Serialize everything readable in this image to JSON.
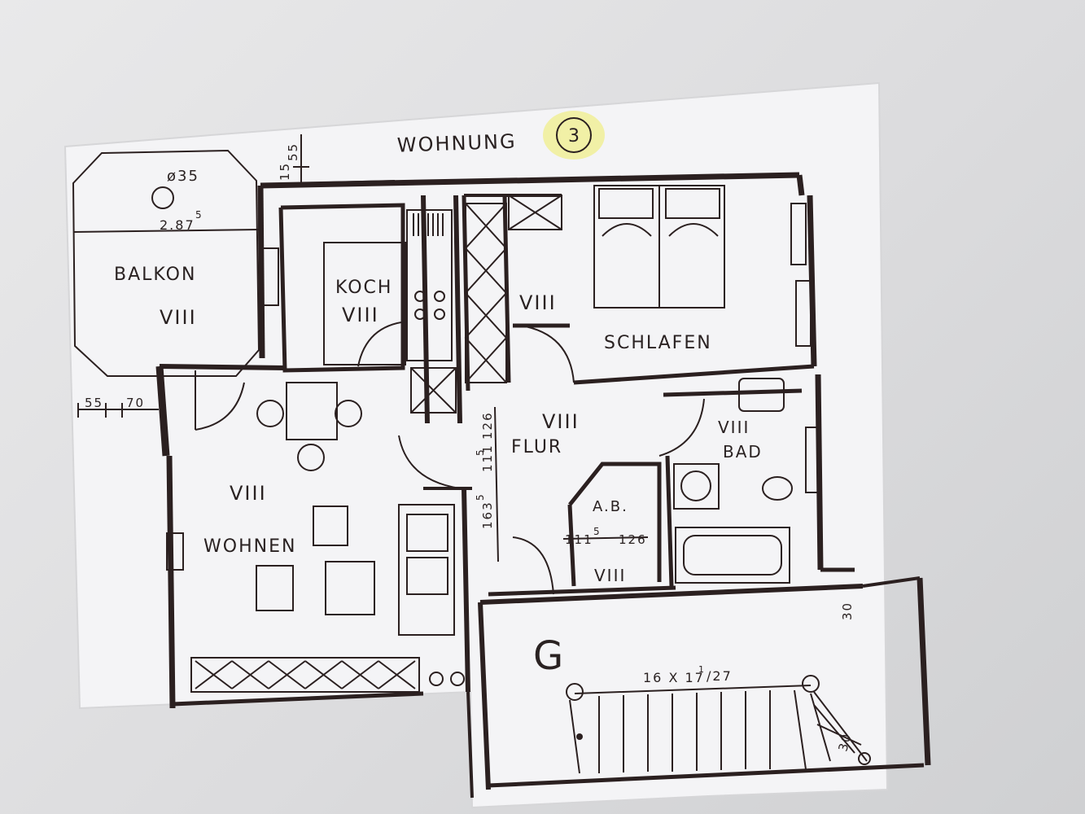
{
  "plan": {
    "title": "WOHNUNG",
    "unit_number": "3",
    "rooms": {
      "balkon": "BALKON",
      "koch": "KOCH",
      "schlafen": "SCHLAFEN",
      "wohnen": "WOHNEN",
      "flur": "FLUR",
      "bad": "BAD",
      "abst": "A.B."
    },
    "floor_marks": {
      "balkon": "VIII",
      "koch": "VIII",
      "schlafen": "VIII",
      "wohnen": "VIII",
      "flur": "VIII",
      "bad": "VIII",
      "abst": "VIII"
    },
    "stair_label": "G",
    "dims": {
      "top_15": "15",
      "top_55": "55",
      "diameter": "ø35",
      "width_287": "2.87",
      "width_287_sup": "5",
      "left_55": "55",
      "left_70": "70",
      "flur_126": "126",
      "flur_111": "111",
      "flur_111_sup": "5",
      "flur_163": "163",
      "flur_163_sup": "5",
      "ab_111": "111",
      "ab_111_sup": "5",
      "ab_126": "126",
      "stair_30_right": "30",
      "stair_30_diag": "30",
      "stair_formula": "16 X 17",
      "stair_formula_sup": "1",
      "stair_formula_tail": "/27"
    }
  }
}
